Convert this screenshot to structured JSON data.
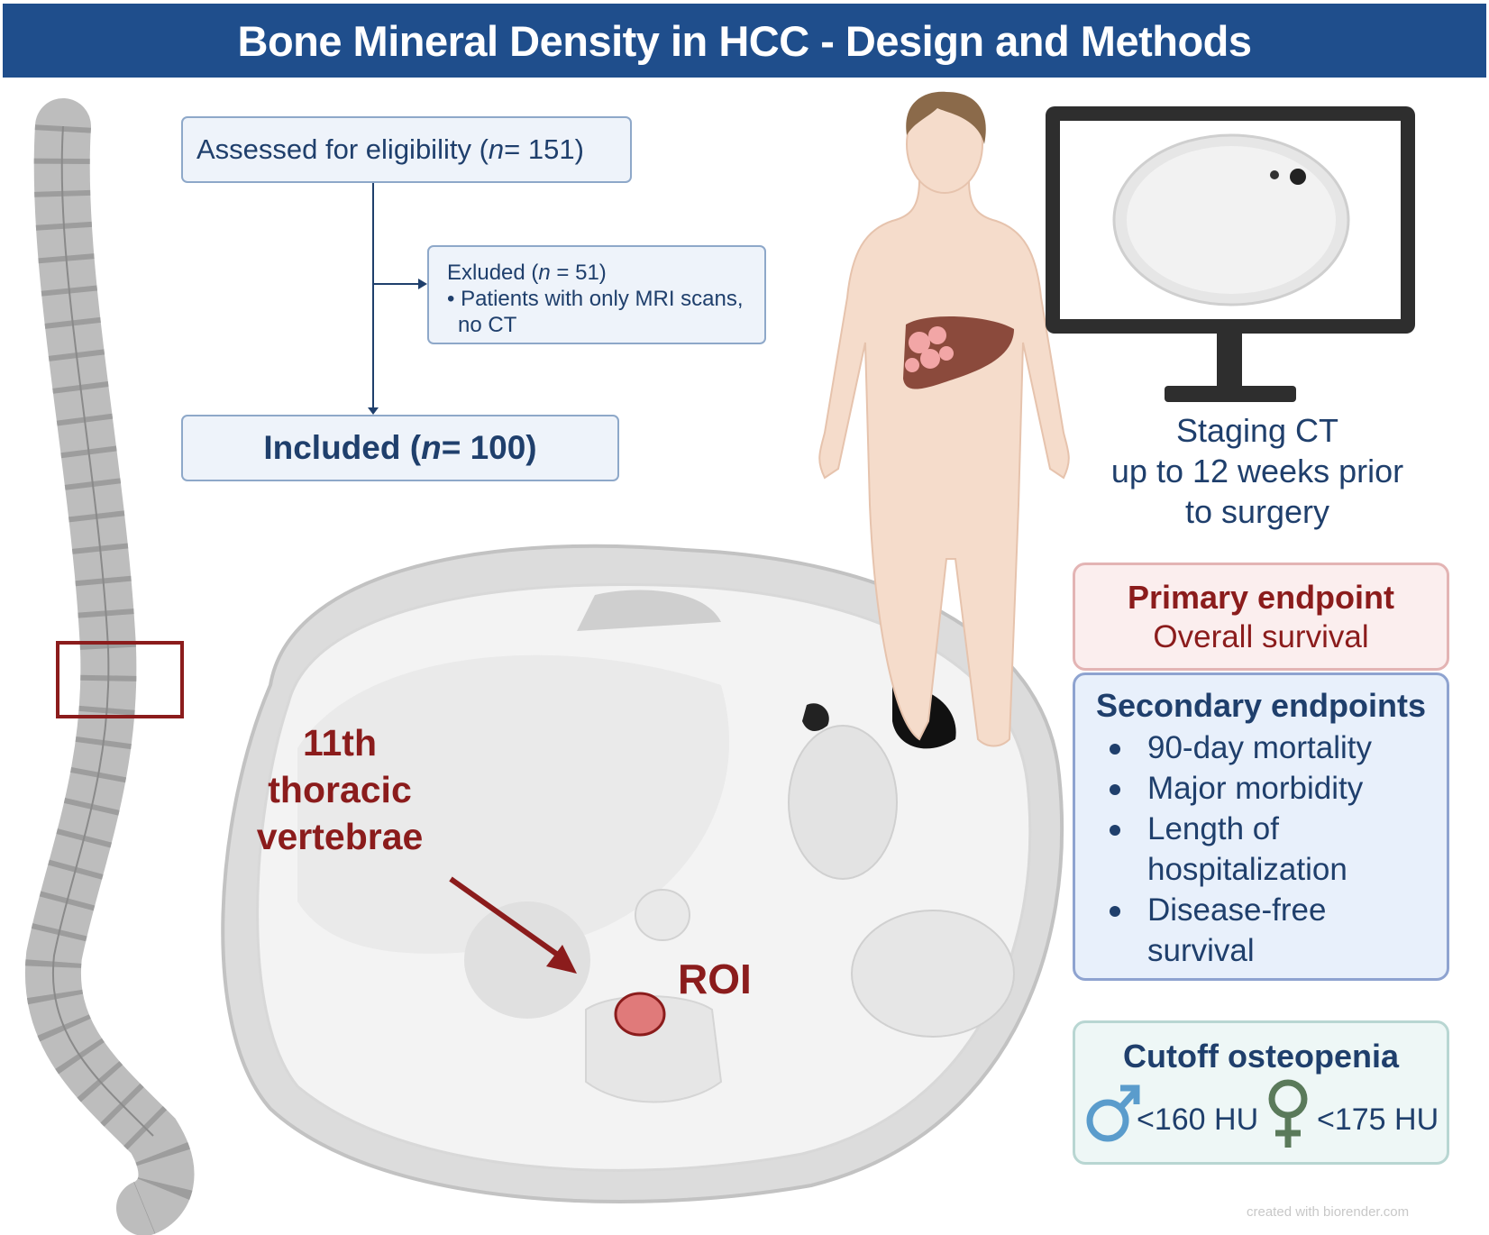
{
  "header": {
    "title": "Bone Mineral Density in HCC - Design and Methods"
  },
  "flow": {
    "assessed": {
      "text": "Assessed for eligibility (",
      "n": "n",
      "rest": " = 151)"
    },
    "excluded": {
      "line1_text": "Exluded (",
      "line1_n": "n",
      "line1_rest": " = 51)",
      "line2": "• Patients with only MRI scans,",
      "line3": "no CT"
    },
    "included": {
      "text": "Included (",
      "n": "n",
      "rest": " = 100)"
    }
  },
  "staging": {
    "lines": [
      "Staging CT",
      "up to 12 weeks prior",
      "to surgery"
    ]
  },
  "ct": {
    "vertebra_label": [
      "11th",
      "thoracic",
      "vertebrae"
    ],
    "roi_label": "ROI"
  },
  "primary": {
    "title": "Primary endpoint",
    "value": "Overall survival"
  },
  "secondary": {
    "title": "Secondary endpoints",
    "items": [
      "90-day mortality",
      "Major morbidity",
      "Length of hospitalization",
      "Disease-free survival"
    ]
  },
  "cutoff": {
    "title": "Cutoff osteopenia",
    "male_value": "<160 HU",
    "female_value": "<175 HU"
  },
  "watermark": "created with biorender.com",
  "colors": {
    "header": "#1f4e8c",
    "navy_text": "#1f3f6c",
    "dark_red": "#8b1c1c",
    "roi_fill": "#e07a7a",
    "male_symbol": "#5a9ccc",
    "female_symbol": "#5a7a5a"
  },
  "icons": [
    "spine-illustration",
    "human-body-illustration",
    "liver-tumor-illustration",
    "monitor-icon",
    "ct-scan-image",
    "male-symbol-icon",
    "female-symbol-icon",
    "arrow-icon"
  ]
}
